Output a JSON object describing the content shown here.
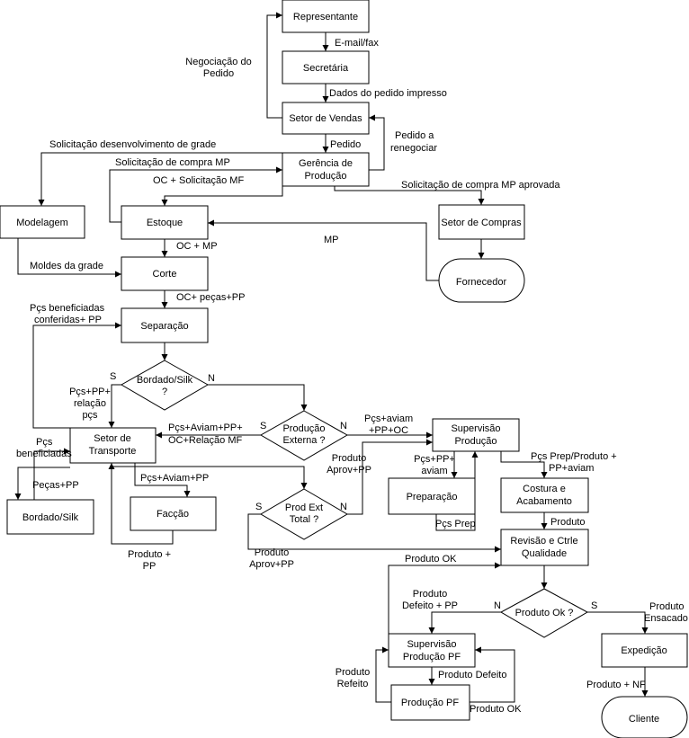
{
  "nodes": {
    "representante": "Representante",
    "secretaria": "Secretária",
    "setor_vendas": "Setor de Vendas",
    "gerencia_1": "Gerência de",
    "gerencia_2": "Produção",
    "modelagem": "Modelagem",
    "estoque": "Estoque",
    "setor_compras": "Setor de Compras",
    "fornecedor": "Fornecedor",
    "corte": "Corte",
    "separacao": "Separação",
    "bordado_silk_q_1": "Bordado/Silk",
    "bordado_silk_q_2": "?",
    "producao_externa_q_1": "Produção",
    "producao_externa_q_2": "Externa ?",
    "setor_transporte_1": "Setor de",
    "setor_transporte_2": "Transporte",
    "supervisao_producao_1": "Supervisão",
    "supervisao_producao_2": "Produção",
    "bordado_silk": "Bordado/Silk",
    "faccao": "Facção",
    "prod_ext_total_1": "Prod Ext",
    "prod_ext_total_2": "Total ?",
    "preparacao": "Preparação",
    "costura_1": "Costura e",
    "costura_2": "Acabamento",
    "revisao_1": "Revisão e Ctrle",
    "revisao_2": "Qualidade",
    "produto_ok_q": "Produto Ok ?",
    "supervisao_pf_1": "Supervisão",
    "supervisao_pf_2": "Produção PF",
    "producao_pf": "Produção PF",
    "expedicao": "Expedição",
    "cliente": "Cliente"
  },
  "labels": {
    "email_fax": "E-mail/fax",
    "negociacao_1": "Negociação do",
    "negociacao_2": "Pedido",
    "dados_pedido": "Dados do pedido impresso",
    "pedido": "Pedido",
    "pedido_renegociar_1": "Pedido a",
    "pedido_renegociar_2": "renegociar",
    "solic_grade": "Solicitação desenvolvimento de grade",
    "solic_compra_mp": "Solicitação de compra MP",
    "oc_solic_mf": "OC + Solicitação MF",
    "solic_compra_aprovada": "Solicitação de compra MP aprovada",
    "mp": "MP",
    "oc_mp": "OC + MP",
    "moldes_grade": "Moldes da grade",
    "oc_pecas_pp": "OC+ peças+PP",
    "pcs_benef_conf_1": "Pçs beneficiadas",
    "pcs_benef_conf_2": "conferidas+ PP",
    "s_bordado": "S",
    "n_bordado": "N",
    "pcs_pp_relacao_1": "Pçs+PP+",
    "pcs_pp_relacao_2": "relação",
    "pcs_pp_relacao_3": "pçs",
    "pcs_aviam_pp_1": "Pçs+Aviam+PP+",
    "pcs_aviam_pp_2": "OC+Relação MF",
    "s_externa": "S",
    "n_externa": "N",
    "pcs_aviam_oc_1": "Pçs+aviam",
    "pcs_aviam_oc_2": "+PP+OC",
    "pcs_benef_1": "Pçs",
    "pcs_benef_2": "beneficiadas",
    "pecas_pp": "Peças+PP",
    "pcs_aviam_pp_faccao": "Pçs+Aviam+PP",
    "produto_pp_1": "Produto +",
    "produto_pp_2": "PP",
    "s_total": "S",
    "n_total": "N",
    "produto_aprov_left_1": "Produto",
    "produto_aprov_left_2": "Aprov+PP",
    "produto_aprov_mid_1": "Produto",
    "produto_aprov_mid_2": "Aprov+PP",
    "pcs_pp_aviam_1": "Pçs+PP+",
    "pcs_pp_aviam_2": "aviam",
    "pcs_prep": "Pçs Prep",
    "pcs_prep_produto_1": "Pçs Prep/Produto +",
    "pcs_prep_produto_2": "PP+aviam",
    "produto": "Produto",
    "produto_ok": "Produto OK",
    "produto_defeito_pp_1": "Produto",
    "produto_defeito_pp_2": "Defeito + PP",
    "n_produto_ok": "N",
    "s_produto_ok": "S",
    "produto_ensacado_1": "Produto",
    "produto_ensacado_2": "Ensacado",
    "produto_refeito_1": "Produto",
    "produto_refeito_2": "Refeito",
    "produto_defeito": "Produto Defeito",
    "produto_ok_loop": "Produto OK",
    "produto_nf": "Produto + NF"
  }
}
